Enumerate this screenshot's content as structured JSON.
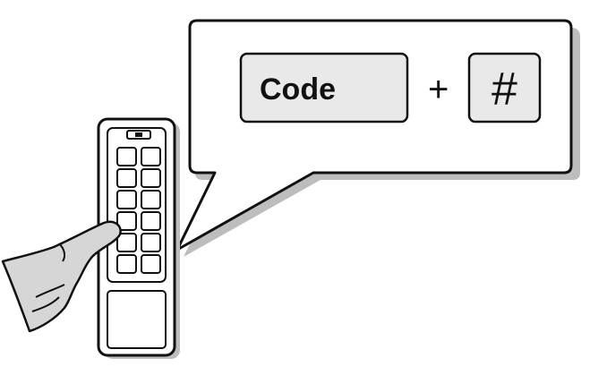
{
  "callout": {
    "code_label": "Code",
    "plus_symbol": "+",
    "hash_symbol": "#"
  },
  "keypad": {
    "rows": 6,
    "columns": 2
  },
  "colors": {
    "outline": "#111111",
    "key_fill": "#e9e9e9",
    "shadow": "#bdbdbd",
    "hand_fill": "#d6d6d6"
  }
}
